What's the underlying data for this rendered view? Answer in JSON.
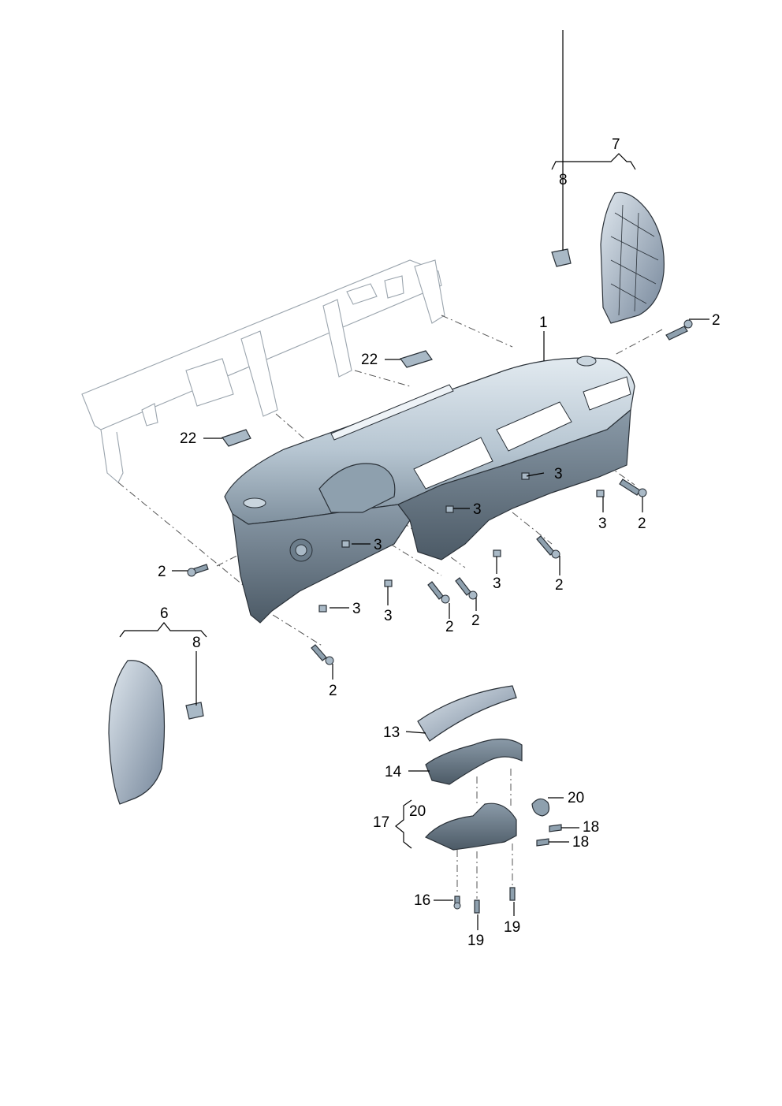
{
  "colors": {
    "part_fill_light": "#d8e2ea",
    "part_fill_mid": "#a9b9c6",
    "part_fill_dark": "#6c7d8b",
    "outline": "#2a3138",
    "frame_line": "#9aa4ad"
  },
  "callouts": {
    "c1": "1",
    "c2_right_top": "2",
    "c2_right_mid": "2",
    "c2_center": "2",
    "c2_left": "2",
    "c2_lower_a": "2",
    "c2_lower_b": "2",
    "c2_bottom": "2",
    "c3_a": "3",
    "c3_b": "3",
    "c3_c": "3",
    "c3_d": "3",
    "c3_e": "3",
    "c3_f": "3",
    "c3_g": "3",
    "c6": "6",
    "c7": "7",
    "c8_top": "8",
    "c8_left": "8",
    "c13": "13",
    "c14": "14",
    "c16": "16",
    "c17": "17",
    "c18_a": "18",
    "c18_b": "18",
    "c19_a": "19",
    "c19_b": "19",
    "c20_a": "20",
    "c20_b": "20",
    "c22_a": "22",
    "c22_b": "22"
  },
  "icons": [
    "dashboard-part",
    "screw-part",
    "clip-nut-part",
    "bracket-part",
    "cover-part",
    "steering-column-trim-part",
    "cross-member-frame"
  ]
}
